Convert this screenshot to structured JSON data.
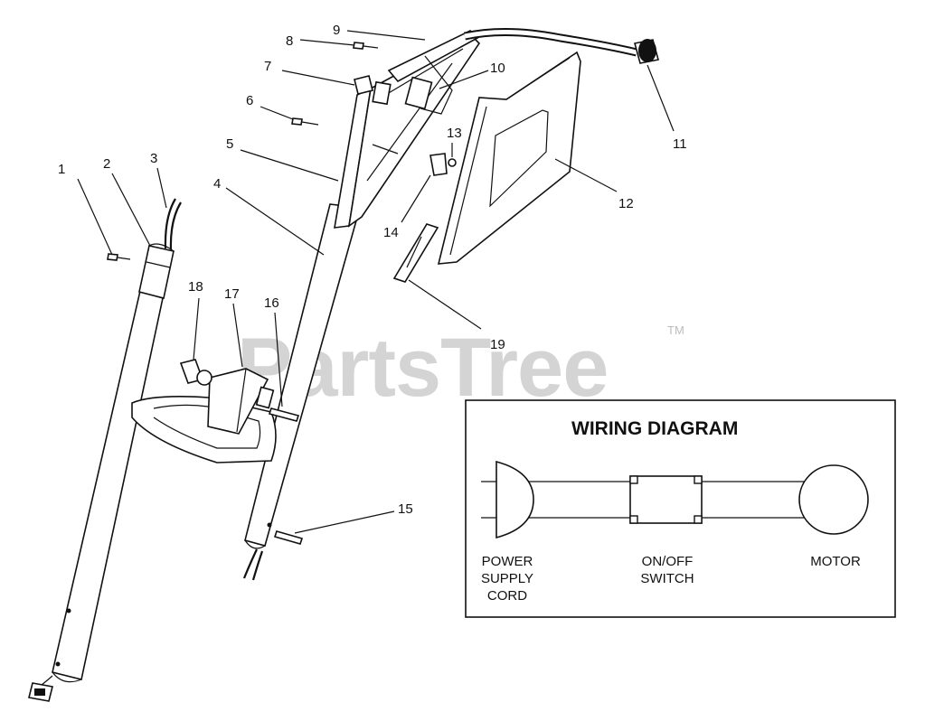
{
  "watermark": {
    "text": "PartsTree",
    "trademark": "TM"
  },
  "callouts": [
    {
      "id": "1",
      "label": "1"
    },
    {
      "id": "2",
      "label": "2"
    },
    {
      "id": "3",
      "label": "3"
    },
    {
      "id": "4",
      "label": "4"
    },
    {
      "id": "5",
      "label": "5"
    },
    {
      "id": "6",
      "label": "6"
    },
    {
      "id": "7",
      "label": "7"
    },
    {
      "id": "8",
      "label": "8"
    },
    {
      "id": "9",
      "label": "9"
    },
    {
      "id": "10",
      "label": "10"
    },
    {
      "id": "11",
      "label": "11"
    },
    {
      "id": "12",
      "label": "12"
    },
    {
      "id": "13",
      "label": "13"
    },
    {
      "id": "14",
      "label": "14"
    },
    {
      "id": "15",
      "label": "15"
    },
    {
      "id": "16",
      "label": "16"
    },
    {
      "id": "17",
      "label": "17"
    },
    {
      "id": "18",
      "label": "18"
    },
    {
      "id": "19",
      "label": "19"
    }
  ],
  "wiring_diagram": {
    "title": "WIRING DIAGRAM",
    "components": [
      {
        "name": "power-supply-cord",
        "lines": [
          "POWER",
          "SUPPLY",
          "CORD"
        ]
      },
      {
        "name": "on-off-switch",
        "lines": [
          "ON/OFF",
          "SWITCH"
        ]
      },
      {
        "name": "motor",
        "lines": [
          "MOTOR"
        ]
      }
    ]
  }
}
